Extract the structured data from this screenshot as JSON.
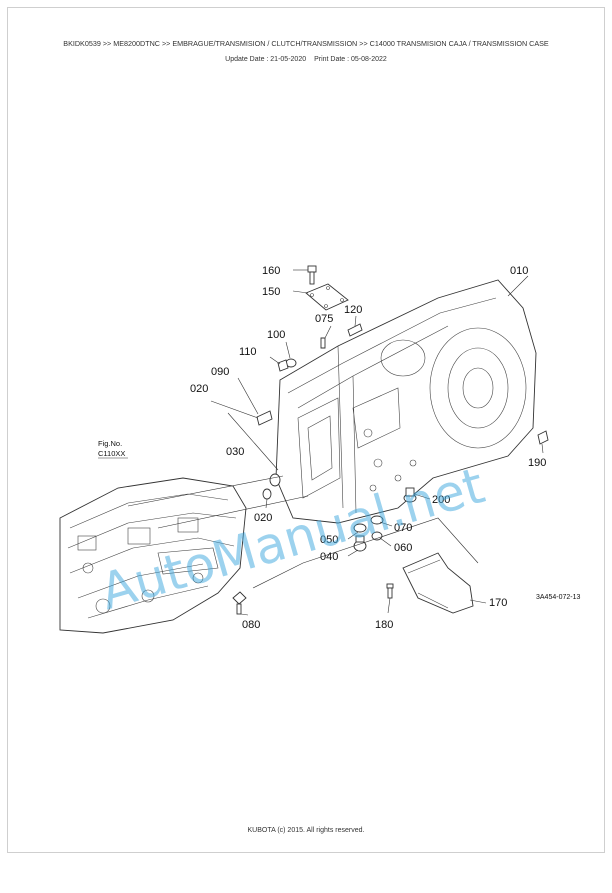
{
  "header": {
    "breadcrumb": "BKIDK0539 >> ME8200DTNC >> EMBRAGUE/TRANSMISION / CLUTCH/TRANSMISSION >> C14000   TRANSMISION CAJA / TRANSMISSION CASE",
    "update_date": "Update Date : 21-05-2020",
    "print_date": "Print Date : 05-08-2022"
  },
  "diagram": {
    "part_labels": {
      "p160": "160",
      "p150": "150",
      "p010": "010",
      "p075": "075",
      "p120": "120",
      "p100": "100",
      "p110": "110",
      "p090": "090",
      "p020a": "020",
      "p030": "030",
      "p020b": "020",
      "p190": "190",
      "p200": "200",
      "p070": "070",
      "p050": "050",
      "p060": "060",
      "p040": "040",
      "p170": "170",
      "p080": "080",
      "p180": "180"
    },
    "fig_no_label": "Fig.No.",
    "fig_no_value": "C110XX",
    "drawing_code": "3A454-072-13",
    "watermark": "AutoManual.net"
  },
  "footer": {
    "copyright": "KUBOTA (c) 2015. All rights reserved."
  }
}
